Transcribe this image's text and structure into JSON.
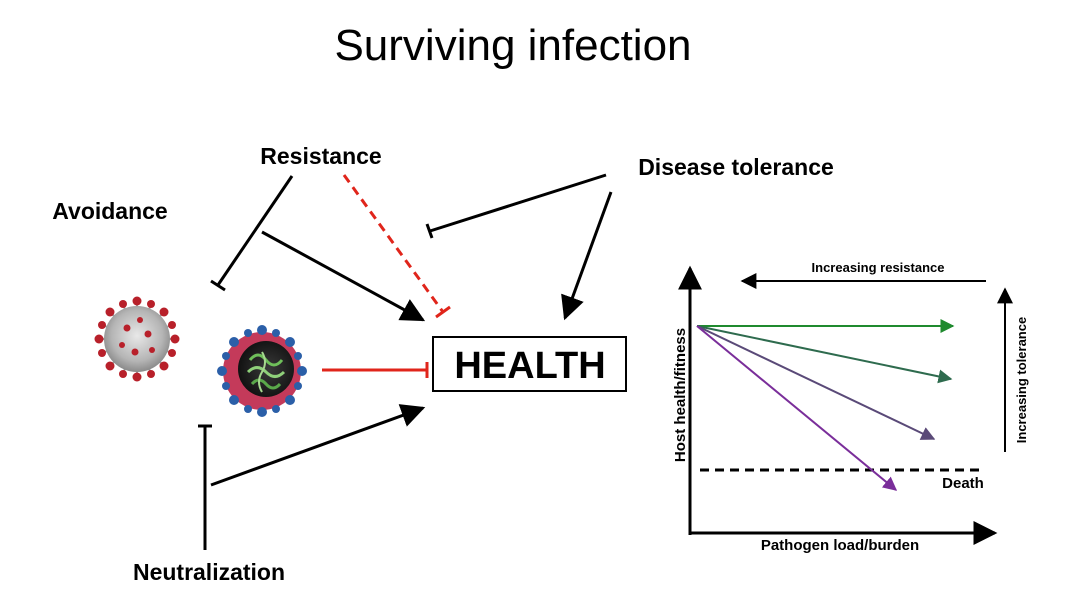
{
  "title": "Surviving infection",
  "labels": {
    "resistance": "Resistance",
    "disease_tolerance": "Disease tolerance",
    "avoidance": "Avoidance",
    "neutralization": "Neutralization",
    "health": "HEALTH"
  },
  "graph": {
    "xlabel": "Pathogen load/burden",
    "ylabel": "Host health/fitness",
    "increasing_resistance": "Increasing resistance",
    "increasing_tolerance": "Increasing tolerance",
    "death_label": "Death",
    "series_colors": [
      "#1f8a2e",
      "#2e6b4e",
      "#5a4a78",
      "#7a2e9a"
    ]
  },
  "colors": {
    "inhibit_red": "#e0251b",
    "virus_spike_red": "#b8202a",
    "virus_spike_blue": "#2b5fa8"
  }
}
